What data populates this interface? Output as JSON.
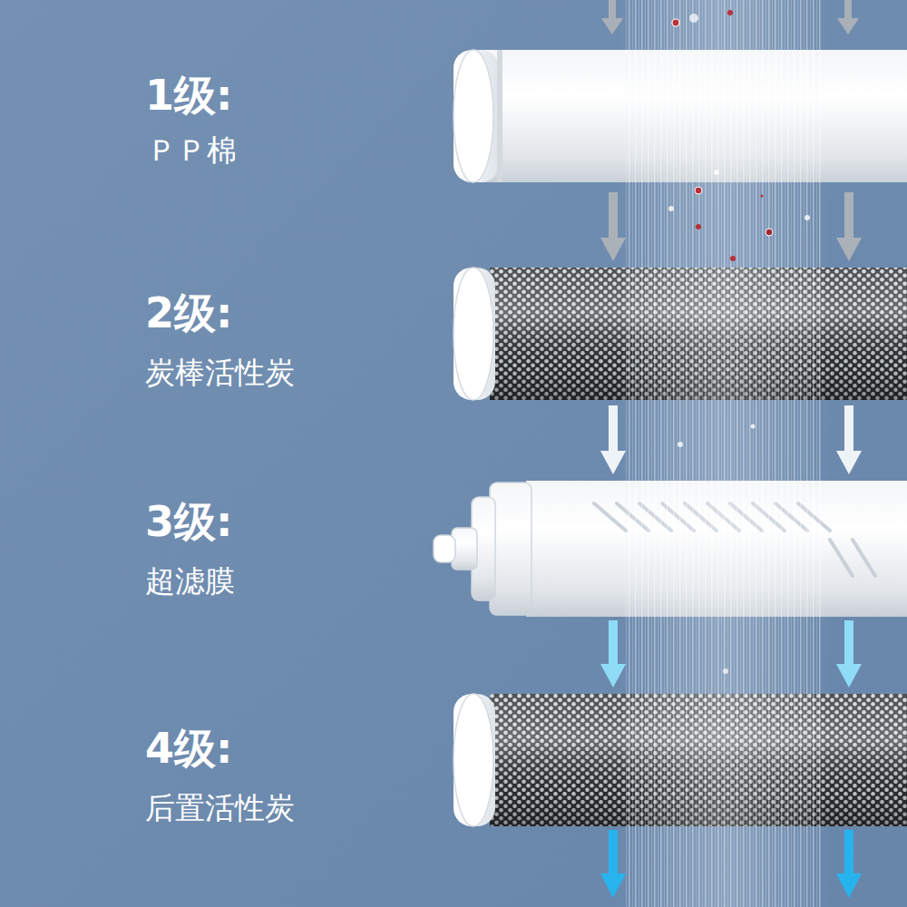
{
  "diagram": {
    "labels": [
      "1级:",
      "ＰＰ棉",
      "2级:",
      "炭棒活性炭",
      "3级:",
      "超滤膜",
      "4级:",
      "后置活性炭"
    ]
  }
}
